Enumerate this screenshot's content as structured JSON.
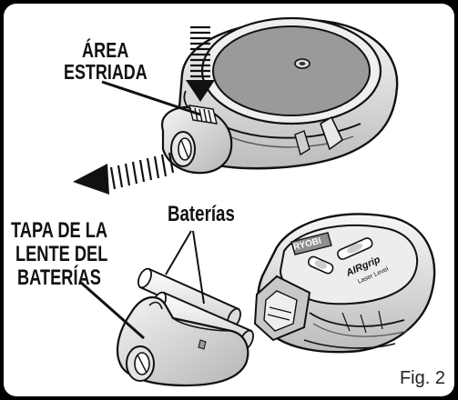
{
  "labels": {
    "area_line1": "ÁREA",
    "area_line2": "ESTRIADA",
    "baterias": "Baterías",
    "tapa_line1": "TAPA DE LA",
    "tapa_line2": "LENTE DEL",
    "tapa_line3": "BATERÍAS",
    "figure_caption": "Fig. 2"
  },
  "device_text": {
    "brand": "RYOBI",
    "model_line1": "AIRgrip",
    "model_line2": "Laser Level"
  },
  "colors": {
    "frame": "#000000",
    "panel": "#ffffff",
    "ink": "#111111",
    "light_gray": "#d9d9d9",
    "mid_gray": "#a9a9a9",
    "dark_gray": "#555555"
  }
}
